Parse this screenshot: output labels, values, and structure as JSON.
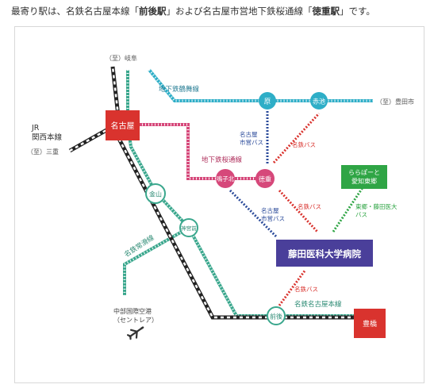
{
  "intro": {
    "prefix": "最寄り駅は、名鉄名古屋本線「",
    "station1": "前後駅",
    "middle": "」および名古屋市営地下鉄桜通線「",
    "station2": "徳重駅",
    "suffix": "」です。"
  },
  "map": {
    "lines": {
      "jr_kansai": "JR\n関西本線",
      "tsurumai": "地下鉄鶴舞線",
      "sakuradori": "地下鉄桜通線",
      "tokoname": "名鉄常滑線",
      "meitetsu_honsen": "名鉄名古屋本線"
    },
    "directions": {
      "gifu": "（至）岐阜",
      "mie": "（至）三重",
      "toyota": "（至）豊田市"
    },
    "stations": {
      "nagoya": "名古屋",
      "hara": "原",
      "akaike": "赤池",
      "narukokita": "鳴子北",
      "tokushige": "徳重",
      "kanayama": "金山",
      "jingumae": "神宮前",
      "zengo": "前後",
      "toyohashi": "豊橋"
    },
    "buses": {
      "city_bus_1": "名古屋\n市営バス",
      "meitetsu_bus_1": "名鉄バス",
      "city_bus_2": "名古屋\n市営バス",
      "meitetsu_bus_2": "名鉄バス",
      "meitetsu_bus_3": "名鉄バス",
      "tobu_bus": "東郷・藤田医大\nバス"
    },
    "places": {
      "hospital": "藤田医科大学病院",
      "lalaport": "ららぽーと\n愛知東郷",
      "airport": "中部国際空港\n（セントレア）"
    },
    "icons": {
      "airport": "airplane-icon"
    },
    "colors": {
      "tsurumai": "#2eaec7",
      "sakuradori": "#d6487a",
      "meitetsu": "#3aa78d",
      "jr": "#222222",
      "station_red": "#d9332e",
      "hospital": "#4a3f9a",
      "lalaport": "#2fa545",
      "bus_blue": "#2a4a9a",
      "bus_red": "#d9332e",
      "bus_green": "#2fa545"
    }
  }
}
